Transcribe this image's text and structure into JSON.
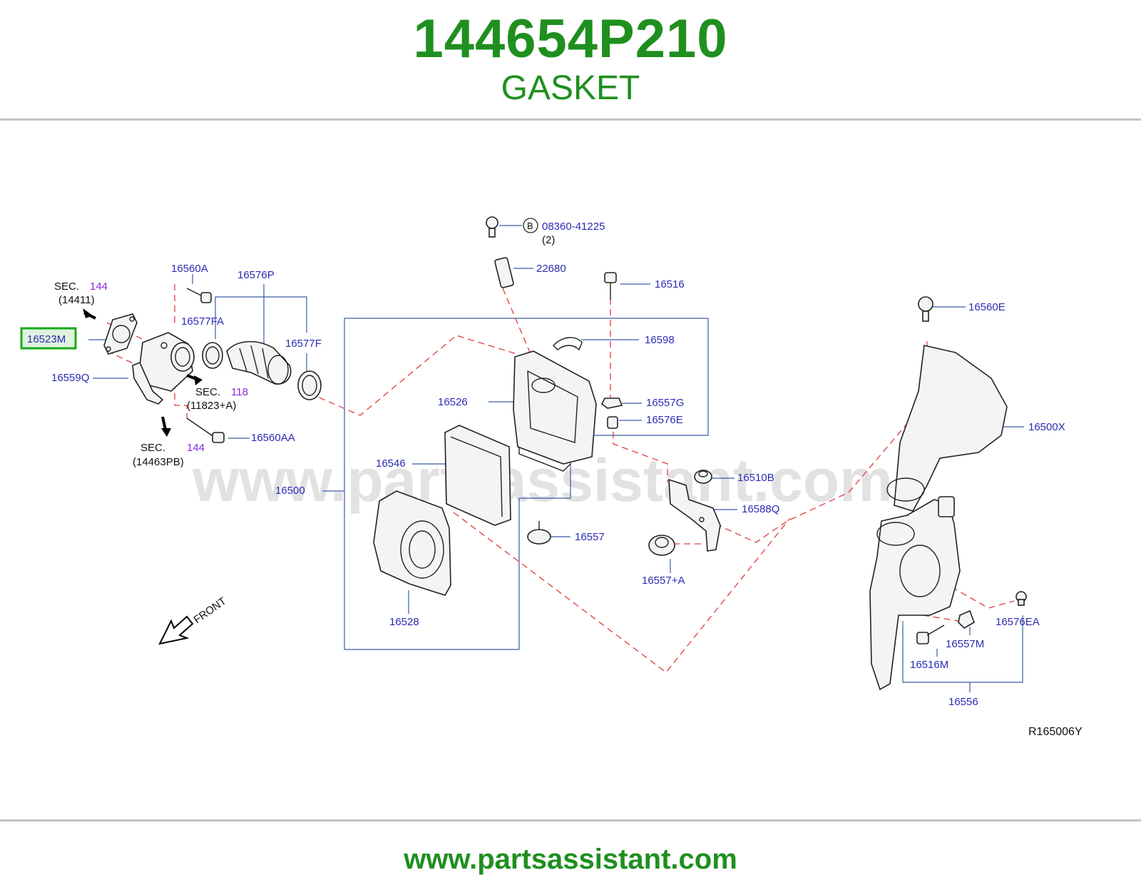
{
  "header": {
    "part_number": "144654P210",
    "part_name": "GASKET"
  },
  "footer": {
    "url": "www.partsassistant.com"
  },
  "watermark": "www.partsassistant.com",
  "diagram_code": "R165006Y",
  "front_label": "FRONT",
  "highlighted_part": "16523M",
  "colors": {
    "brand_green": "#1f8f1f",
    "label_blue": "#2b2bb5",
    "section_purple": "#8a2be2",
    "highlight_green": "#1aaa1a",
    "dash_red": "#e23b3b"
  },
  "sections": [
    {
      "prefix": "SEC.",
      "num": "144",
      "ref": "(14411)"
    },
    {
      "prefix": "SEC.",
      "num": "118",
      "ref": "(11823+A)"
    },
    {
      "prefix": "SEC.",
      "num": "144",
      "ref": "(14463PB)"
    }
  ],
  "bolt_callout": {
    "letter": "B",
    "code": "08360-41225",
    "qty": "(2)"
  },
  "parts": {
    "p16560A": "16560A",
    "p16576P": "16576P",
    "p16577FA": "16577FA",
    "p16577F": "16577F",
    "p16523M": "16523M",
    "p16559Q": "16559Q",
    "p16560AA": "16560AA",
    "p22680": "22680",
    "p16516": "16516",
    "p16598": "16598",
    "p16526": "16526",
    "p16557G": "16557G",
    "p16576E": "16576E",
    "p16546": "16546",
    "p16500": "16500",
    "p16510B": "16510B",
    "p16588Q": "16588Q",
    "p16557": "16557",
    "p16557A": "16557+A",
    "p16528": "16528",
    "p16560E": "16560E",
    "p16500X": "16500X",
    "p16576EA": "16576EA",
    "p16557M": "16557M",
    "p16516M": "16516M",
    "p16556": "16556"
  }
}
